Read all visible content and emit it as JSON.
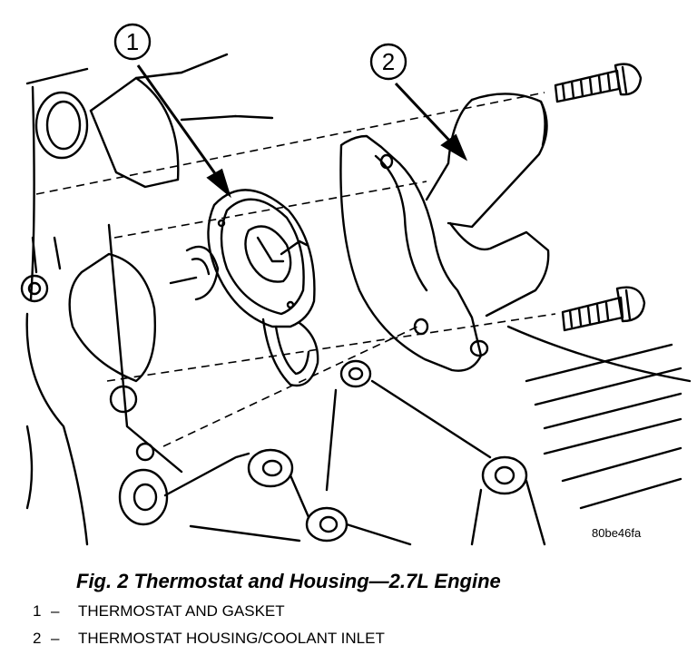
{
  "figure": {
    "callouts": [
      "1",
      "2"
    ],
    "source_id": "80be46fa"
  },
  "caption": "Fig. 2 Thermostat and Housing—2.7L Engine",
  "legend": [
    {
      "number": "1",
      "dash": "–",
      "text": "THERMOSTAT AND GASKET"
    },
    {
      "number": "2",
      "dash": "–",
      "text": "THERMOSTAT HOUSING/COOLANT INLET"
    }
  ]
}
